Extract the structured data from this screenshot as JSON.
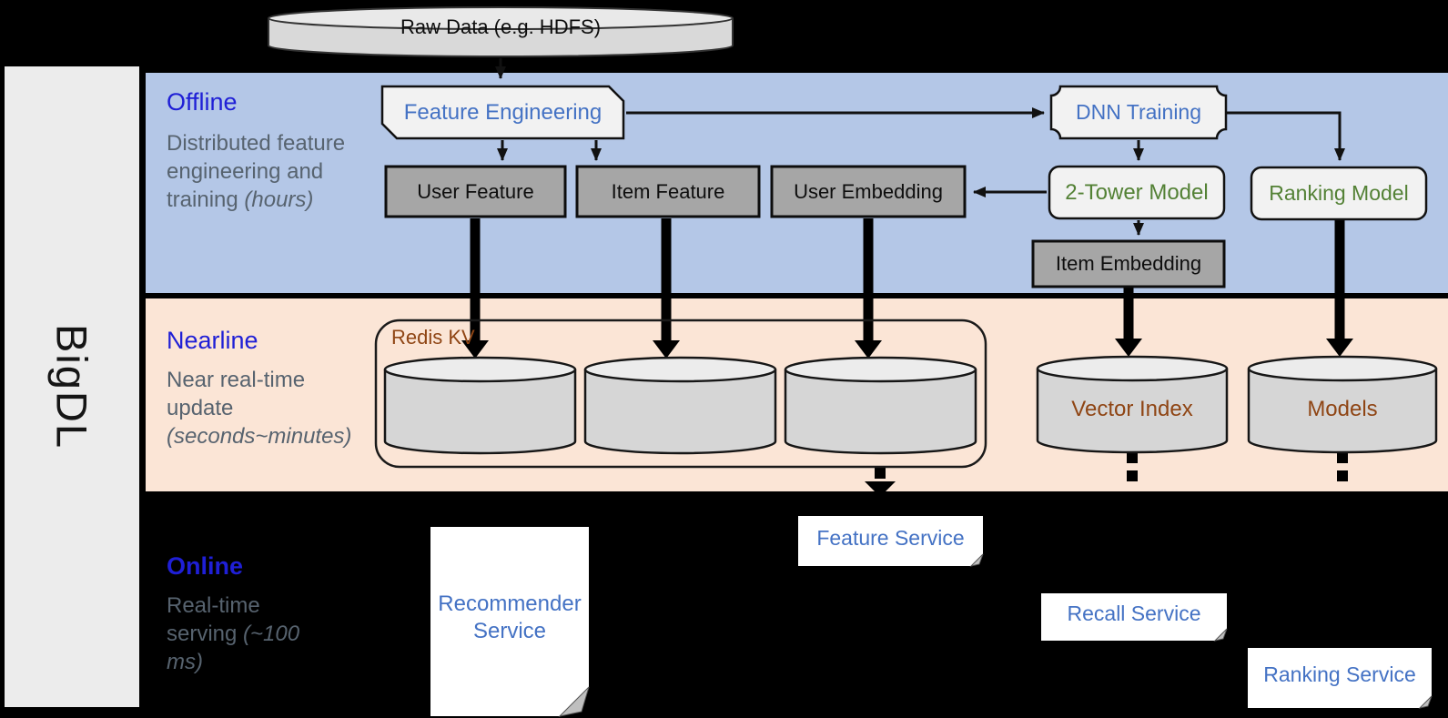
{
  "sidebar": {
    "brand": "BigDL"
  },
  "datastore": {
    "raw_data_label": "Raw Data (e.g. HDFS)"
  },
  "sections": {
    "offline": {
      "title": "Offline",
      "desc": "Distributed feature engineering and training",
      "desc_italic": "(hours)"
    },
    "nearline": {
      "title": "Nearline",
      "desc": "Near real-time update",
      "desc_italic": "(seconds~minutes)"
    },
    "online": {
      "title": "Online",
      "desc": "Real-time serving",
      "desc_italic": "(~100 ms)"
    }
  },
  "offline_nodes": {
    "feature_engineering": "Feature Engineering",
    "dnn_training": "DNN Training",
    "user_feature": "User Feature",
    "item_feature": "Item Feature",
    "user_embedding": "User Embedding",
    "two_tower_model": "2-Tower Model",
    "ranking_model": "Ranking Model",
    "item_embedding": "Item Embedding"
  },
  "nearline_nodes": {
    "redis_kv": "Redis KV",
    "vector_index": "Vector Index",
    "models": "Models"
  },
  "online_nodes": {
    "recommender_service": "Recommender Service",
    "feature_service": "Feature Service",
    "recall_service": "Recall Service",
    "ranking_service": "Ranking Service"
  },
  "colors": {
    "label-blue": "#1f1fd6",
    "body-text": "#57636f",
    "accent-blue": "#4472c4",
    "accent-green": "#538135",
    "accent-brown": "#8f4514",
    "band-offline": "#b4c7e7",
    "band-nearline": "#fbe5d6",
    "box-gray": "#a6a6a6",
    "shape-light": "#f2f2f2",
    "cyl-fill": "#d6d6d6",
    "sidebar-gray": "#ececec"
  }
}
